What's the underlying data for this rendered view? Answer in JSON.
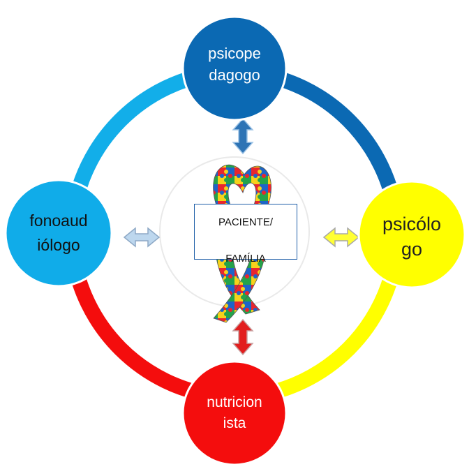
{
  "center": {
    "label_line1": "PACIENTE/",
    "label_line2": "FAMÍLIA",
    "ribbon": "autism-awareness-puzzle-ribbon"
  },
  "nodes": {
    "top": {
      "line1": "psicope",
      "line2": "dagogo",
      "color": "#0b69b3"
    },
    "right": {
      "line1": "psicólo",
      "line2": "go",
      "color": "#ffff00"
    },
    "bottom": {
      "line1": "nutricion",
      "line2": "ista",
      "color": "#f40d0d"
    },
    "left": {
      "line1": "fonoaud",
      "line2": "iólogo",
      "color": "#10ace9"
    }
  },
  "ring_colors": {
    "top_left": "#12aee9",
    "top_right": "#0b69b3",
    "bottom_right": "#ffff00",
    "bottom_left": "#f40d0d"
  },
  "arrows": {
    "top": "#2e74b5",
    "right": "#ffff33",
    "bottom": "#e21e1e",
    "left": "#9dc3e6"
  },
  "icons": [
    "double-arrow-icon",
    "puzzle-ribbon-icon"
  ]
}
